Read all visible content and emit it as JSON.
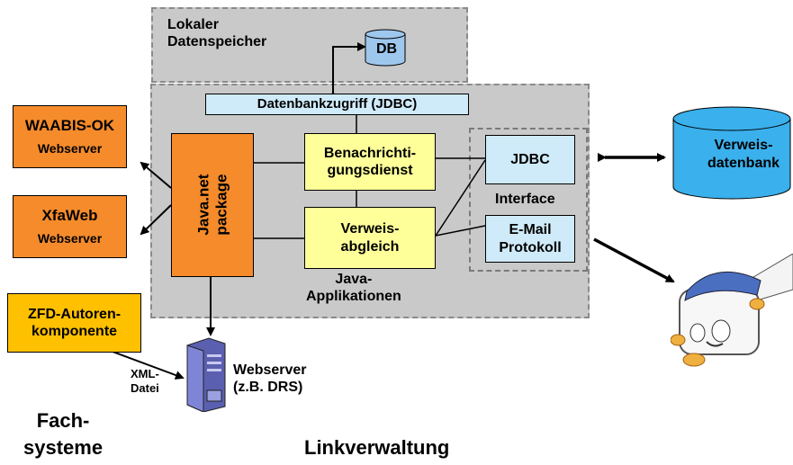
{
  "regions": {
    "local_storage": "Lokaler\nDatenspeicher",
    "java_apps": "Java-\nApplikationen",
    "interface": "Interface"
  },
  "nodes": {
    "db": "DB",
    "jdbc_access": "Datenbankzugriff (JDBC)",
    "waabis_title": "WAABIS-OK",
    "waabis_sub": "Webserver",
    "xfaweb_title": "XfaWeb",
    "xfaweb_sub": "Webserver",
    "zfd": "ZFD-Autoren-\nkomponente",
    "java_net": "Java.net\npackage",
    "notify": "Benachrichti-\ngungsdienst",
    "verweisabgleich": "Verweis-\nabgleich",
    "jdbc": "JDBC",
    "email": "E-Mail\nProtokoll",
    "verweisdatenbank": "Verweis-\ndatenbank",
    "webserver_drs": "Webserver\n(z.B. DRS)",
    "xml_datei": "XML-\nDatei"
  },
  "captions": {
    "fachsysteme": "Fach-\nsysteme",
    "linkverwaltung": "Linkverwaltung"
  },
  "colors": {
    "orange": "#f58b2b",
    "yellow": "#ffff9a",
    "light_blue": "#cfeaf8",
    "gray_region": "#c9c9c9"
  }
}
